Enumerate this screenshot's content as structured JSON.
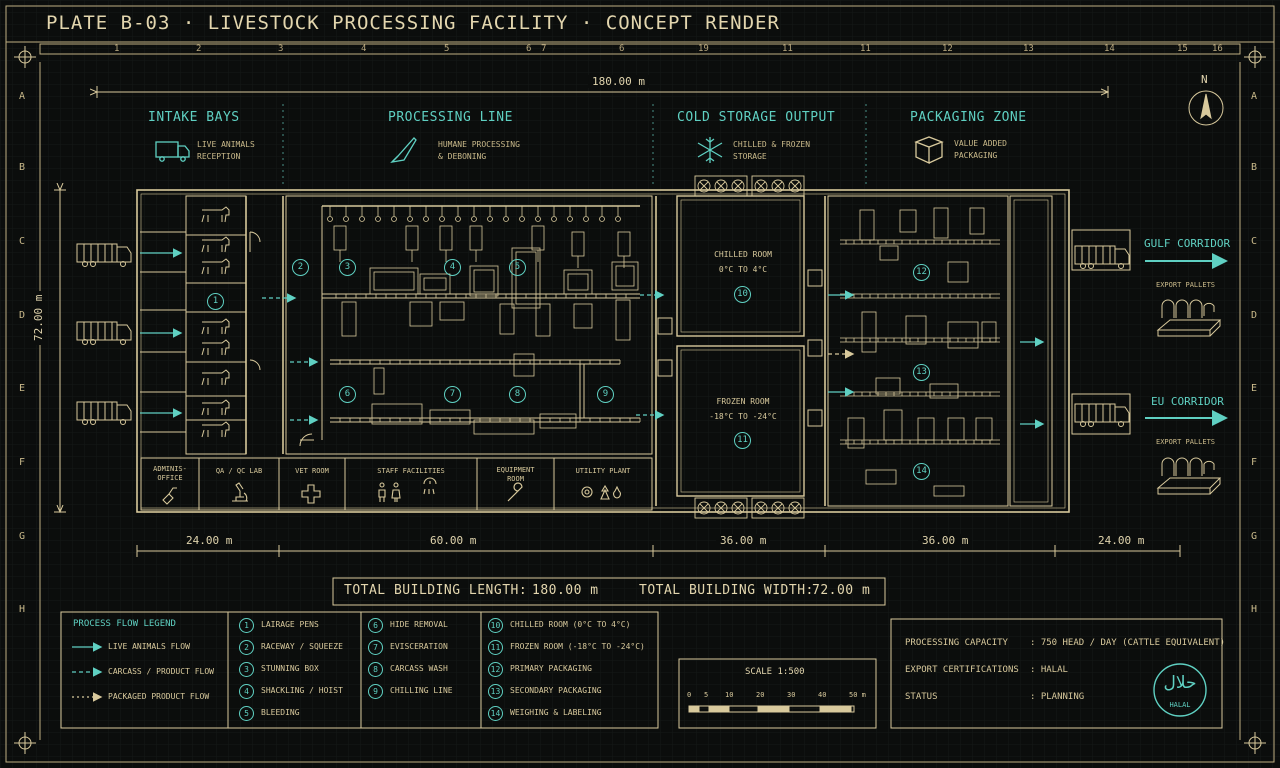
{
  "title": "PLATE B-03 · LIVESTOCK PROCESSING FACILITY · CONCEPT RENDER",
  "grid": {
    "columns": [
      "1",
      "2",
      "3",
      "4",
      "5",
      "6",
      "7",
      "6",
      "19",
      "11",
      "11",
      "12",
      "13",
      "14",
      "15",
      "16"
    ],
    "rows": [
      "A",
      "B",
      "C",
      "D",
      "E",
      "F",
      "G",
      "H"
    ]
  },
  "overall_length": "180.00 m",
  "overall_width": "72.00 m",
  "zones": [
    {
      "title": "INTAKE BAYS",
      "sub": "LIVE ANIMALS\nRECEPTION",
      "icon": "truck-icon"
    },
    {
      "title": "PROCESSING LINE",
      "sub": "HUMANE PROCESSING\n& DEBONING",
      "icon": "knife-icon"
    },
    {
      "title": "COLD STORAGE OUTPUT",
      "sub": "CHILLED & FROZEN\nSTORAGE",
      "icon": "snowflake-icon"
    },
    {
      "title": "PACKAGING ZONE",
      "sub": "VALUE ADDED\nPACKAGING",
      "icon": "box-icon"
    }
  ],
  "rooms": {
    "chilled": "CHILLED ROOM\n0°C TO 4°C",
    "frozen": "FROZEN ROOM\n-18°C TO -24°C"
  },
  "service_rooms": [
    {
      "label": "ADMINIS-\nOFFICE",
      "icon": "admin-icon"
    },
    {
      "label": "QA / QC LAB",
      "icon": "microscope-icon"
    },
    {
      "label": "VET ROOM",
      "icon": "medical-cross-icon"
    },
    {
      "label": "STAFF FACILITIES",
      "icon": "staff-icon"
    },
    {
      "label": "EQUIPMENT\nROOM",
      "icon": "wrench-icon"
    },
    {
      "label": "UTILITY PLANT",
      "icon": "utility-icon"
    }
  ],
  "segment_dims": [
    "24.00 m",
    "60.00 m",
    "36.00 m",
    "36.00 m",
    "24.00 m"
  ],
  "totals": {
    "length_label": "TOTAL BUILDING LENGTH:",
    "length_value": "180.00 m",
    "width_label": "TOTAL BUILDING WIDTH:",
    "width_value": "72.00 m"
  },
  "legend": {
    "title": "PROCESS FLOW LEGEND",
    "flows": [
      "LIVE ANIMALS FLOW",
      "CARCASS / PRODUCT FLOW",
      "PACKAGED PRODUCT FLOW"
    ],
    "steps": [
      {
        "n": "1",
        "label": "LAIRAGE PENS"
      },
      {
        "n": "2",
        "label": "RACEWAY / SQUEEZE"
      },
      {
        "n": "3",
        "label": "STUNNING BOX"
      },
      {
        "n": "4",
        "label": "SHACKLING / HOIST"
      },
      {
        "n": "5",
        "label": "BLEEDING"
      },
      {
        "n": "6",
        "label": "HIDE REMOVAL"
      },
      {
        "n": "7",
        "label": "EVISCERATION"
      },
      {
        "n": "8",
        "label": "CARCASS WASH"
      },
      {
        "n": "9",
        "label": "CHILLING LINE"
      },
      {
        "n": "10",
        "label": "CHILLED ROOM (0°C TO 4°C)"
      },
      {
        "n": "11",
        "label": "FROZEN ROOM (-18°C TO -24°C)"
      },
      {
        "n": "12",
        "label": "PRIMARY PACKAGING"
      },
      {
        "n": "13",
        "label": "SECONDARY PACKAGING"
      },
      {
        "n": "14",
        "label": "WEIGHING & LABELING"
      }
    ]
  },
  "scale": {
    "label": "SCALE 1:500",
    "ticks": [
      "0",
      "5",
      "10",
      "20",
      "30",
      "40",
      "50 m"
    ]
  },
  "info": [
    {
      "key": "PROCESSING CAPACITY",
      "value": ": 750 HEAD / DAY (CATTLE EQUIVALENT)"
    },
    {
      "key": "EXPORT CERTIFICATIONS",
      "value": ": HALAL"
    },
    {
      "key": "STATUS",
      "value": ": PLANNING"
    }
  ],
  "halal_seal": {
    "arabic": "حلال",
    "latin": "HALAL"
  },
  "corridors": [
    {
      "name": "GULF CORRIDOR",
      "sub": "EXPORT PALLETS"
    },
    {
      "name": "EU CORRIDOR",
      "sub": "EXPORT PALLETS"
    }
  ],
  "north": "N",
  "colors": {
    "background": "#0b0d0c",
    "line": "#d8c99c",
    "accent": "#5fd0c2",
    "grid": "#161b19"
  }
}
